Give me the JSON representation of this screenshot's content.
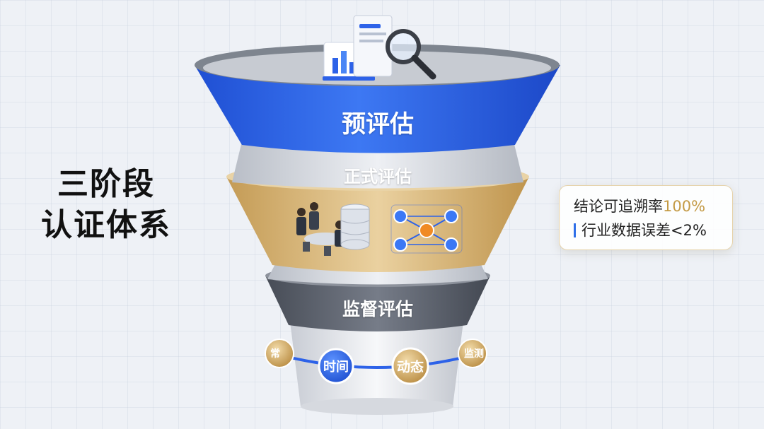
{
  "title": {
    "line1": "三阶段",
    "line2": "认证体系"
  },
  "stages": [
    {
      "label": "预评估",
      "color": "#2d62e8"
    },
    {
      "label": "正式评估",
      "color": "#d7b476"
    },
    {
      "label": "监督评估",
      "color": "#5e6470"
    }
  ],
  "monitor_badges": {
    "left_partial": "常",
    "time": "时间",
    "dynamic": "动态",
    "right_partial": "监测"
  },
  "stats": {
    "line1_prefix": "结论可追溯率",
    "line1_value": "100%",
    "line2": "行业数据误差<2%"
  },
  "icons": [
    "bar-chart-icon",
    "magnifier-icon",
    "meeting-people-icon",
    "database-icon",
    "network-nodes-icon"
  ]
}
